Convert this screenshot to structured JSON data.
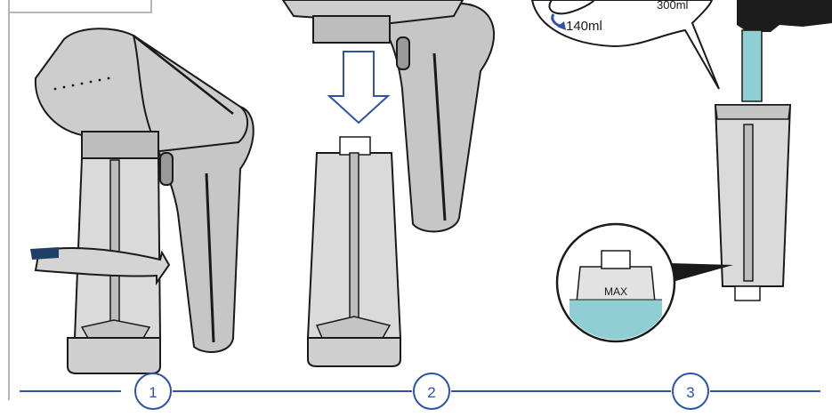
{
  "steps": [
    {
      "number": "1"
    },
    {
      "number": "2"
    },
    {
      "number": "3"
    }
  ],
  "bubble": {
    "small_volume": "140ml",
    "large_volume": "300ml"
  },
  "zoom_callout": {
    "max_label": "MAX"
  },
  "colors": {
    "step_line": "#2f51a6",
    "water": "#8fcfd3",
    "device_body": "#c8c8c8",
    "tank": "#d9d9d9",
    "outline": "#1a1a1a",
    "tap": "#1c1c1c"
  }
}
